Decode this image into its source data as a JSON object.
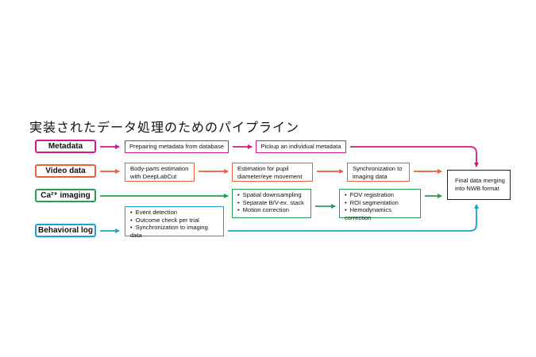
{
  "title": "実装されたデータ処理のためのパイプライン",
  "colors": {
    "metadata": "#d4178c",
    "video": "#e8613c",
    "imaging": "#23a055",
    "behavior": "#1ba0d8"
  },
  "sources": {
    "metadata": "Metadata",
    "video": "Video data",
    "imaging": "Ca²⁺ imaging",
    "behavior": "Behavioral log"
  },
  "steps": {
    "meta1": "Prepairing metadata from database",
    "meta2": "Pickup an individual metadata",
    "video1": [
      "Body-parts estimation",
      "with DeepLabCut"
    ],
    "video2": [
      "Estimation for pupil",
      "diameter/eye movement"
    ],
    "video3": [
      "Synchronization to",
      "imaging data"
    ],
    "img1": [
      "Spatial downsampling",
      "Separate B/V-ex. stack",
      "Motion correction"
    ],
    "img2": [
      "FOV registration",
      "ROI segmentation",
      "Hemodynamics correction"
    ],
    "beh1": [
      "Event detection",
      "Outcome check per trial",
      "Synchronization to imaging data"
    ]
  },
  "final": [
    "Final data merging",
    "into NWB format"
  ]
}
